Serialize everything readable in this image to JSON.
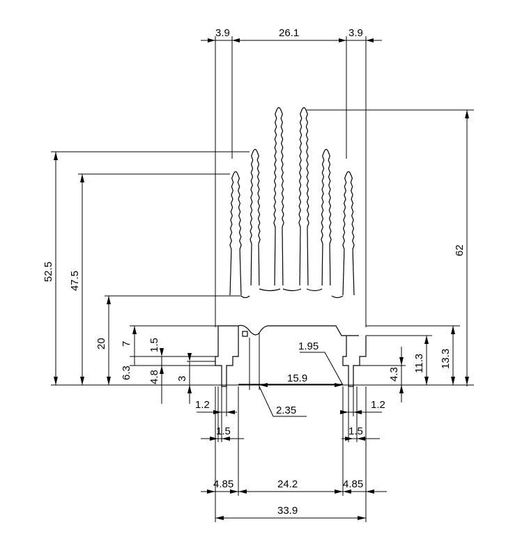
{
  "labels": {
    "top_left_fin_gap": "3.9",
    "top_center": "26.1",
    "top_right_fin_gap": "3.9",
    "height_total": "62",
    "height_outer_fins": "52.5",
    "height_second_fins": "47.5",
    "height_base_left": "20",
    "height_7": "7",
    "height_1_5": "1.5",
    "height_6_3": "6.3",
    "height_4_8": "4.8",
    "height_3": "3",
    "right_1_95": "1.95",
    "right_4_3": "4.3",
    "right_11_3": "11.3",
    "right_13_3": "13.3",
    "mid_15_9": "15.9",
    "mid_2_35": "2.35",
    "left_1_2": "1.2",
    "right_1_2": "1.2",
    "left_1_5": "1.5",
    "right_1_5": "1.5",
    "bottom_left_4_85": "4.85",
    "bottom_center_24_2": "24.2",
    "bottom_right_4_85": "4.85",
    "overall_width": "33.9"
  }
}
